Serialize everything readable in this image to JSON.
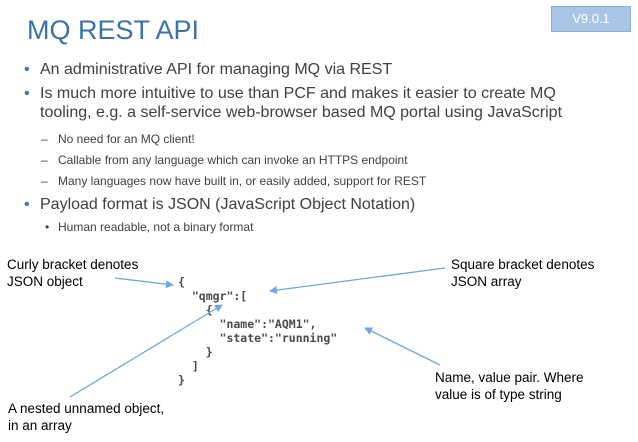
{
  "badge": {
    "version": "V9.0.1"
  },
  "slide": {
    "title": "MQ REST API"
  },
  "bullets": [
    {
      "text": "An administrative API for managing MQ via REST"
    },
    {
      "line1": "Is much more intuitive to use than PCF and makes it easier to create MQ",
      "line2": "tooling, e.g. a self-service web-browser based MQ portal using JavaScript"
    },
    {
      "sub": [
        "No need for an MQ client!",
        "Callable from any language which can invoke an HTTPS endpoint",
        "Many languages now have built in, or easily added, support for REST"
      ]
    },
    {
      "text": "Payload format is JSON (JavaScript Object Notation)"
    },
    {
      "sub": [
        "Human readable, not a binary format"
      ]
    }
  ],
  "code": {
    "lines": [
      "{",
      "  \"qmgr\":[",
      "    {",
      "      \"name\":\"AQM1\",",
      "      \"state\":\"running\"",
      "    }",
      "  ]",
      "}"
    ]
  },
  "annotations": {
    "curly": {
      "line1": "Curly bracket denotes",
      "line2": "JSON object"
    },
    "square": {
      "line1": "Square bracket denotes",
      "line2": "JSON array"
    },
    "pair": {
      "line1": "Name, value pair. Where",
      "line2": "value is of type string"
    },
    "nested": {
      "line1": "A nested unnamed object,",
      "line2": "in an array"
    }
  },
  "colors": {
    "title": "#3c73a8",
    "bullet": "#3c73a8",
    "arrow": "#6fa8dc",
    "badge": "#a9c5e6"
  }
}
